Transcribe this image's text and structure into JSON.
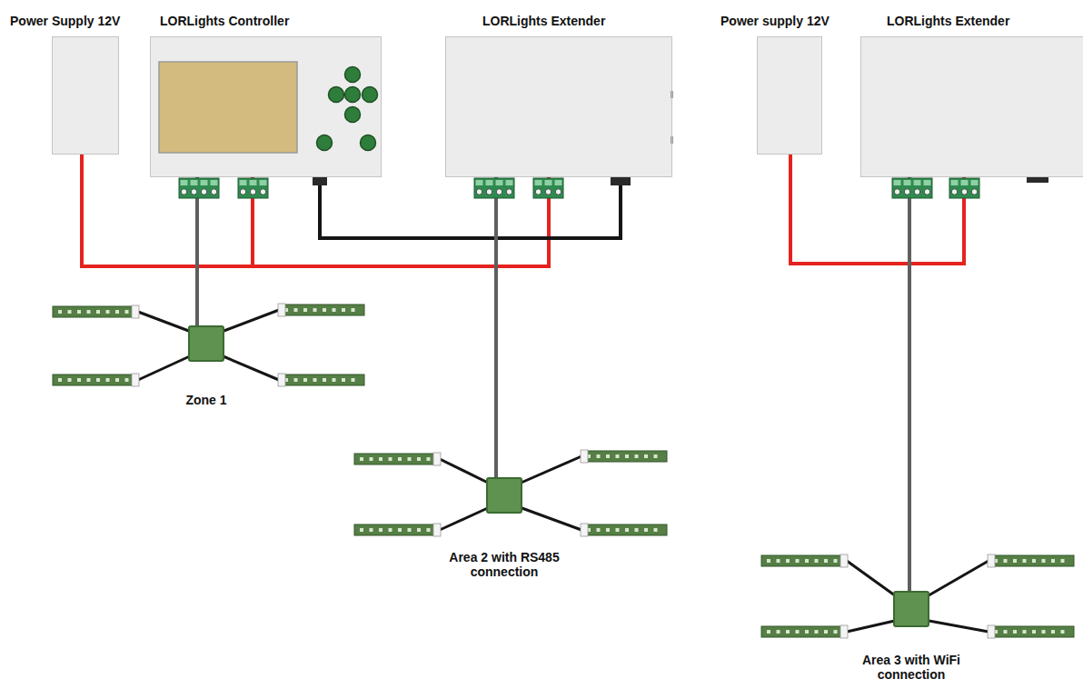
{
  "diagram": {
    "nodes": [
      {
        "text": [
          "Power Supply 12V"
        ]
      },
      {
        "text": [
          "LORLights Controller"
        ]
      },
      {
        "text": [
          "LORLights Extender"
        ]
      },
      {
        "text": [
          "Power supply 12V"
        ]
      },
      {
        "text": [
          "LORLights Extender"
        ]
      },
      {
        "text": [
          "Zone 1"
        ]
      },
      {
        "text": [
          "Area 2 with RS485 connection"
        ]
      },
      {
        "text": [
          "Area 3 with WiFi connection"
        ]
      }
    ],
    "edges": [
      {
        "from": 0,
        "to": 1,
        "arrow": "none"
      },
      {
        "from": 0,
        "to": 2,
        "arrow": "none"
      },
      {
        "from": 1,
        "to": 2,
        "arrow": "none"
      },
      {
        "from": 1,
        "to": 5,
        "arrow": "none"
      },
      {
        "from": 2,
        "to": 6,
        "arrow": "none"
      },
      {
        "from": 3,
        "to": 4,
        "arrow": "none"
      },
      {
        "from": 4,
        "to": 7,
        "arrow": "none"
      }
    ]
  }
}
